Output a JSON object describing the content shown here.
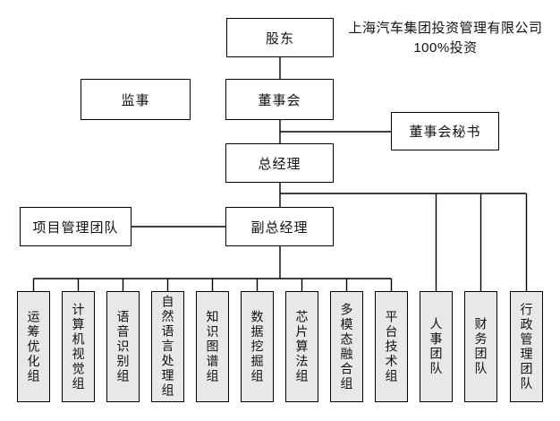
{
  "org": {
    "note": {
      "line1": "上海汽车集团投资管理有限公司",
      "line2": "100%投资"
    },
    "nodes": {
      "shareholder": "股东",
      "supervisor": "监事",
      "board": "董事会",
      "board_secretary": "董事会秘书",
      "general_manager": "总经理",
      "project_management_team": "项目管理团队",
      "deputy_general_manager": "副总经理"
    },
    "groups": [
      "运筹优化组",
      "计算机视觉组",
      "语音识别组",
      "自然语言处理组",
      "知识图谱组",
      "数据挖掘组",
      "芯片算法组",
      "多模态融合组",
      "平台技术组",
      "人事团队",
      "财务团队",
      "行政管理团队"
    ],
    "colors": {
      "line": "#000000",
      "box_border": "#000000",
      "box_fill": "#ffffff",
      "group_box_fill": "#e8e8e8",
      "text": "#111111",
      "background": "#ffffff"
    }
  }
}
